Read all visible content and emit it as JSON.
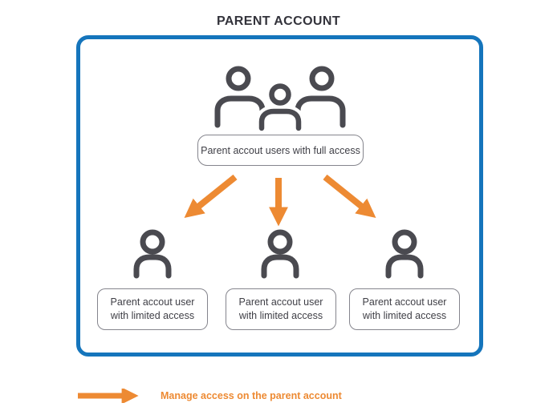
{
  "title": "PARENT ACCOUNT",
  "box": {
    "full_access_label": "Parent accout users with full access",
    "limited_users": [
      {
        "label": "Parent accout user with limited access"
      },
      {
        "label": "Parent accout user with limited access"
      },
      {
        "label": "Parent accout user with limited access"
      }
    ]
  },
  "legend": {
    "label": "Manage access on the parent account"
  },
  "colors": {
    "accent_blue": "#1575BC",
    "accent_orange": "#ED8A33",
    "icon_gray": "#4A4A50",
    "label_border": "#85858D",
    "text_dark": "#3F3F46",
    "title_color": "#33333B"
  }
}
